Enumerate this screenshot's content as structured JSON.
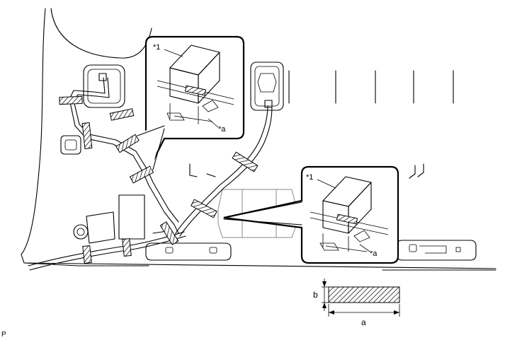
{
  "callout_upper": {
    "label_part": "*1",
    "label_tape": "*a"
  },
  "callout_lower": {
    "label_part": "*1",
    "label_tape": "*a"
  },
  "dimension_legend": {
    "width_label": "a",
    "height_label": "b"
  },
  "figure_code": "P"
}
